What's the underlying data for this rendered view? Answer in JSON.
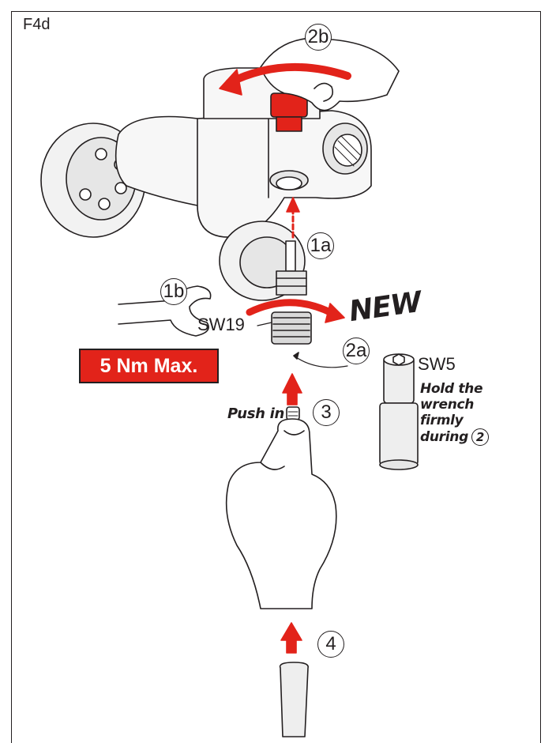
{
  "figure_label": "F4d",
  "steps": {
    "s1a": "1a",
    "s1b": "1b",
    "s2a": "2a",
    "s2b": "2b",
    "s3": "3",
    "s4": "4"
  },
  "labels": {
    "new": "NEW",
    "sw19": "SW19",
    "sw5": "SW5",
    "torque": "5 Nm Max.",
    "push_in": "Push in",
    "hold_lines": [
      "Hold the",
      "wrench",
      "firmly",
      "during"
    ],
    "hold_step": "2"
  },
  "colors": {
    "accent_red": "#e2231a",
    "line": "#231f20",
    "chrome_shade": "#e6e6e6"
  }
}
